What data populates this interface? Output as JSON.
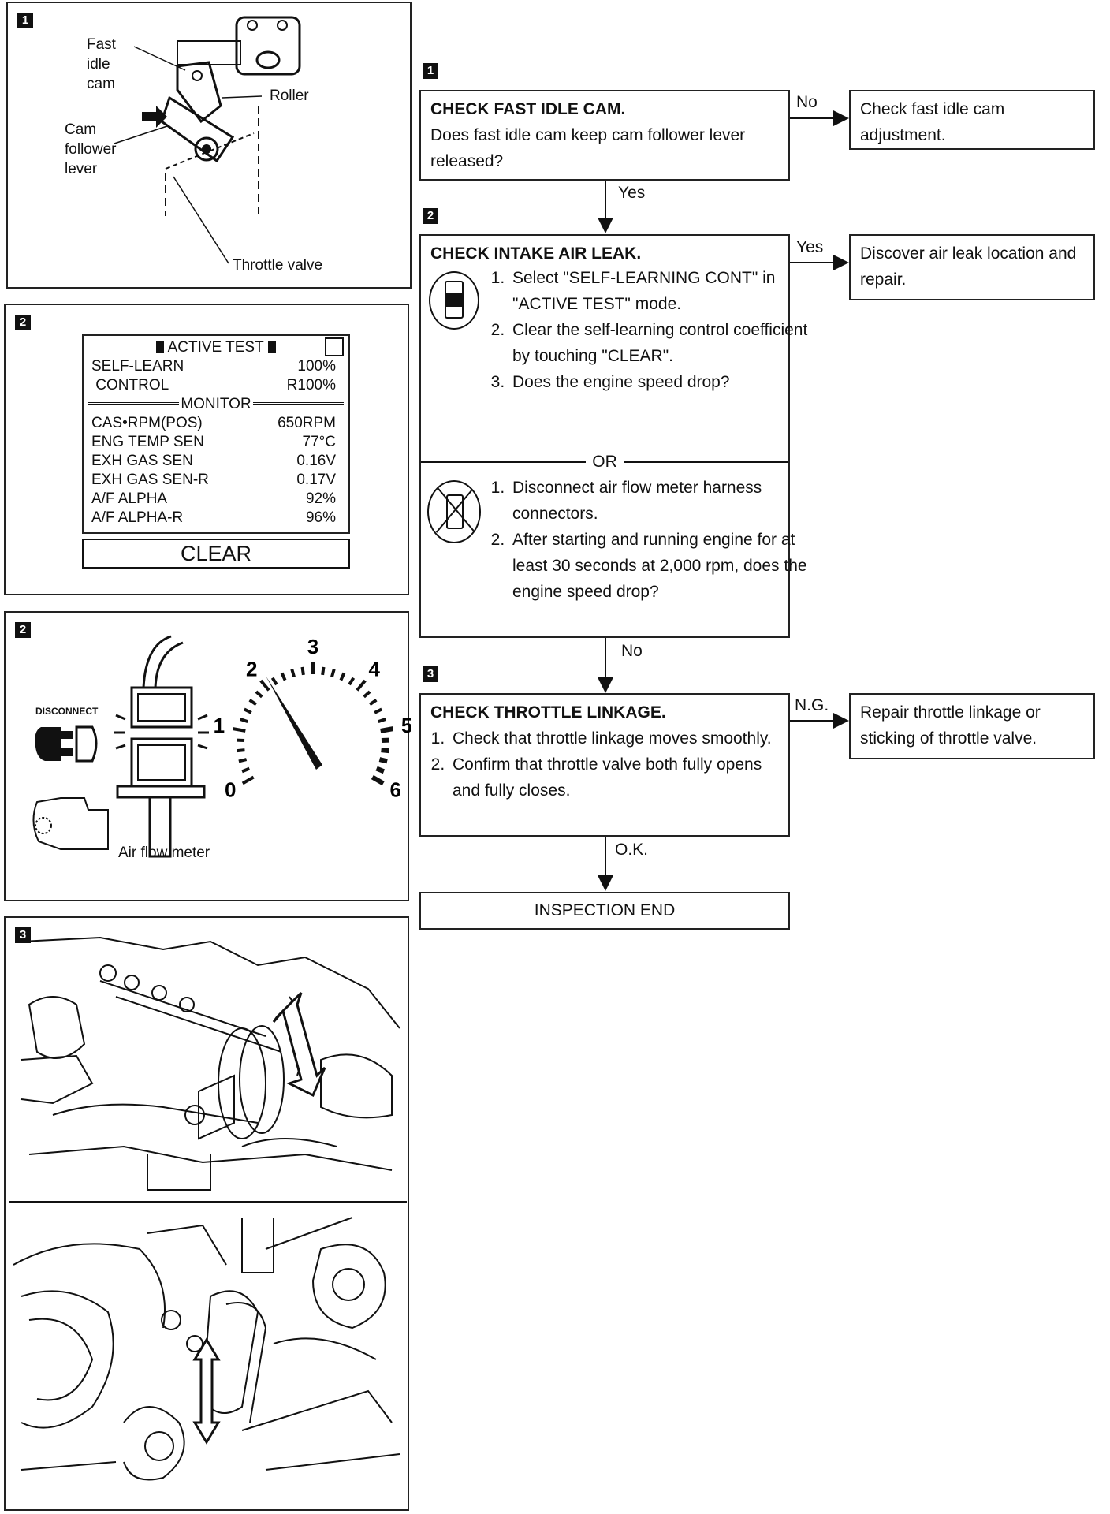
{
  "panel1": {
    "num": "1",
    "labels": {
      "fast_idle_cam": "Fast\nidle\ncam",
      "roller": "Roller",
      "cam_follower": "Cam\nfollower\nlever",
      "throttle_valve": "Throttle valve"
    }
  },
  "panel2a": {
    "num": "2",
    "screen_title": "ACTIVE TEST",
    "rows_top": [
      {
        "label": "SELF-LEARN",
        "value": "100%"
      },
      {
        "label": " CONTROL",
        "value": "R100%"
      }
    ],
    "monitor": "MONITOR",
    "rows_monitor": [
      {
        "label": "CAS•RPM(POS)",
        "value": "650RPM"
      },
      {
        "label": "ENG TEMP SEN",
        "value": "77°C"
      },
      {
        "label": "EXH GAS SEN",
        "value": "0.16V"
      },
      {
        "label": "EXH GAS SEN-R",
        "value": "0.17V"
      },
      {
        "label": "A/F ALPHA",
        "value": "92%"
      },
      {
        "label": "A/F ALPHA-R",
        "value": "96%"
      }
    ],
    "button": "CLEAR"
  },
  "panel2b": {
    "num": "2",
    "disconnect": "DISCONNECT",
    "air_flow_meter": "Air flow meter",
    "gauge_ticks": [
      "0",
      "1",
      "2",
      "3",
      "4",
      "5",
      "6"
    ]
  },
  "panel3": {
    "num": "3"
  },
  "flow": {
    "step1": {
      "num": "1",
      "head": "CHECK FAST IDLE CAM.",
      "text": "Does fast idle cam keep cam follower lever released?"
    },
    "step1_no": {
      "label": "No",
      "text": "Check fast idle cam adjustment."
    },
    "step1_yes": "Yes",
    "step2": {
      "num": "2",
      "head": "CHECK INTAKE AIR LEAK.",
      "a": [
        "Select \"SELF-LEARNING CONT\" in \"ACTIVE TEST\" mode.",
        "Clear the self-learning control coefficient by touching \"CLEAR\".",
        "Does the engine speed drop?"
      ],
      "or": "OR",
      "b": [
        "Disconnect air flow meter harness connectors.",
        "After starting and running engine for at least 30 seconds at 2,000 rpm, does the engine speed drop?"
      ]
    },
    "step2_yes": {
      "label": "Yes",
      "text": "Discover air leak location and repair."
    },
    "step2_no": "No",
    "step3": {
      "num": "3",
      "head": "CHECK THROTTLE LINKAGE.",
      "items": [
        "Check that throttle linkage moves smoothly.",
        "Confirm that throttle valve both fully opens and fully closes."
      ]
    },
    "step3_ng": {
      "label": "N.G.",
      "text": "Repair throttle linkage or sticking of throttle valve."
    },
    "step3_ok": "O.K.",
    "end": "INSPECTION END"
  }
}
